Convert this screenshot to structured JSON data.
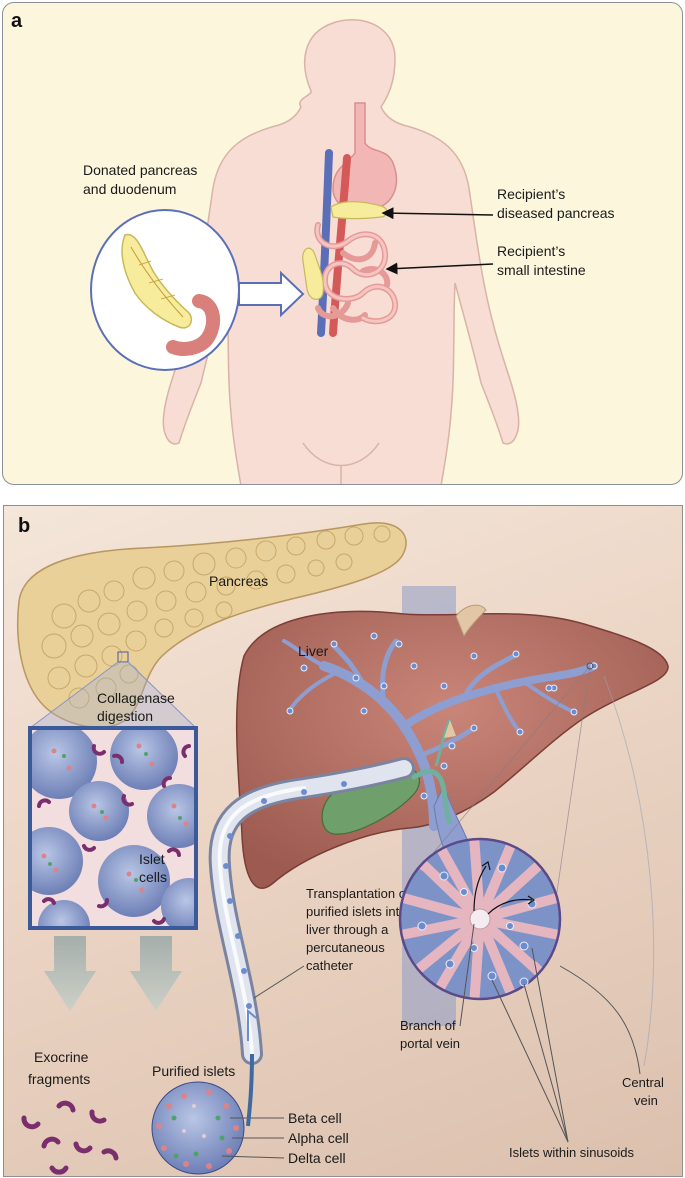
{
  "panel_a": {
    "letter": "a",
    "donated_line1": "Donated pancreas",
    "donated_line2": "and duodenum",
    "diseased_line1": "Recipient’s",
    "diseased_line2": "diseased pancreas",
    "intestine_line1": "Recipient’s",
    "intestine_line2": "small intestine"
  },
  "panel_b": {
    "letter": "b",
    "pancreas": "Pancreas",
    "liver": "Liver",
    "collagenase_line1": "Collagenase",
    "collagenase_line2": "digestion",
    "islet_line1": "Islet",
    "islet_line2": "cells",
    "transplant_lines": [
      "Transplantation of",
      "purified islets into",
      "liver through a",
      "percutaneous",
      "catheter"
    ],
    "branch_line1": "Branch of",
    "branch_line2": "portal vein",
    "exocrine_line1": "Exocrine",
    "exocrine_line2": "fragments",
    "purified": "Purified islets",
    "beta": "Beta cell",
    "alpha": "Alpha cell",
    "delta": "Delta cell",
    "central_line1": "Central",
    "central_line2": "vein",
    "sinusoids": "Islets within sinusoids"
  }
}
